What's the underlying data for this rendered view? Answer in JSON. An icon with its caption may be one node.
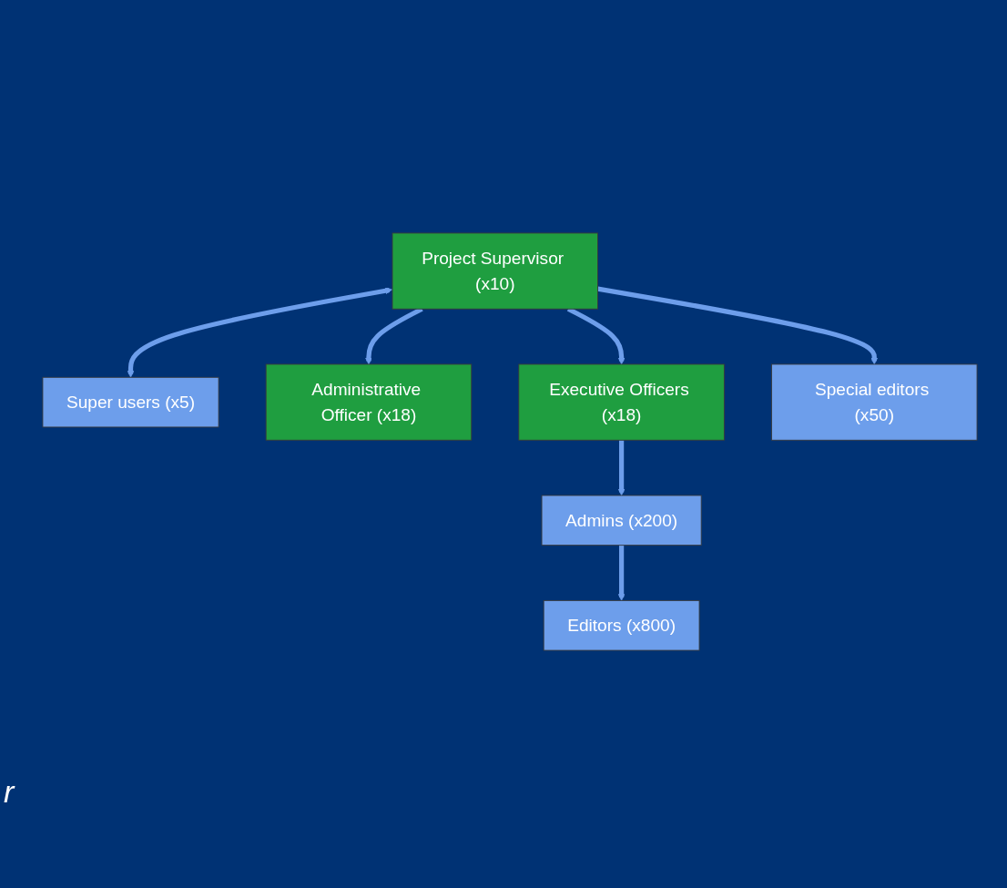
{
  "diagram": {
    "nodes": [
      {
        "text": [
          "Project Supervisor (x10)"
        ]
      },
      {
        "text": [
          "Super users (x5)"
        ]
      },
      {
        "text": [
          "Administrative Officer (x18)"
        ]
      },
      {
        "text": [
          "Executive Officers (x18)"
        ]
      },
      {
        "text": [
          "Admins (x200)"
        ]
      },
      {
        "text": [
          "Special editors (x50)"
        ]
      },
      {
        "text": [
          "Editors (x800)"
        ]
      }
    ],
    "edges": [
      {
        "from": 0,
        "to": 1,
        "arrow": "both"
      },
      {
        "from": 0,
        "to": 2,
        "arrow": "to"
      },
      {
        "from": 0,
        "to": 3,
        "arrow": "to"
      },
      {
        "from": 0,
        "to": 5,
        "arrow": "to"
      },
      {
        "from": 3,
        "to": 4,
        "arrow": "to"
      },
      {
        "from": 4,
        "to": 6,
        "arrow": "to"
      }
    ],
    "labels": [
      "r"
    ]
  }
}
